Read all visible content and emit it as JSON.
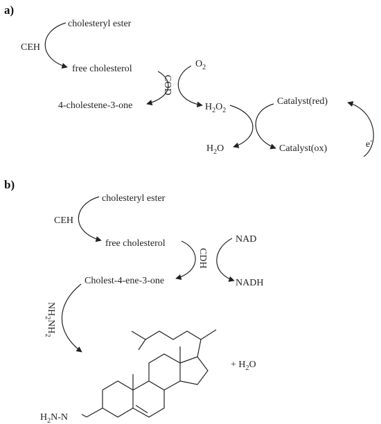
{
  "panel_a": {
    "label": "a)",
    "cholesteryl_ester": "cholesteryl ester",
    "ceh": "CEH",
    "free_cholesterol": "free cholesterol",
    "cod": "COD",
    "o2": "O",
    "o2_sub": "2",
    "cholestenone": "4-cholestene-3-one",
    "h2o2_a": "H",
    "h2o2_sub1": "2",
    "h2o2_b": "O",
    "h2o2_sub2": "2",
    "catalyst_red": "Catalyst(red)",
    "h2o_a": "H",
    "h2o_sub": "2",
    "h2o_b": "O",
    "catalyst_ox": "Catalyst(ox)",
    "electron": "e",
    "electron_sup": "-"
  },
  "panel_b": {
    "label": "b)",
    "cholesteryl_ester": "cholesteryl ester",
    "ceh": "CEH",
    "free_cholesterol": "free cholesterol",
    "cdh": "CDH",
    "nad": "NAD",
    "cholestenone": "Cholest-4-ene-3-one",
    "nadh": "NADH",
    "hydrazine_a": "NH",
    "hydrazine_sub1": "2",
    "hydrazine_b": "NH",
    "hydrazine_sub2": "2",
    "plus_water_a": "+ H",
    "plus_water_sub": "2",
    "plus_water_b": "O",
    "hydrazone_a": "H",
    "hydrazone_sub": "2",
    "hydrazone_b": "N-N"
  }
}
